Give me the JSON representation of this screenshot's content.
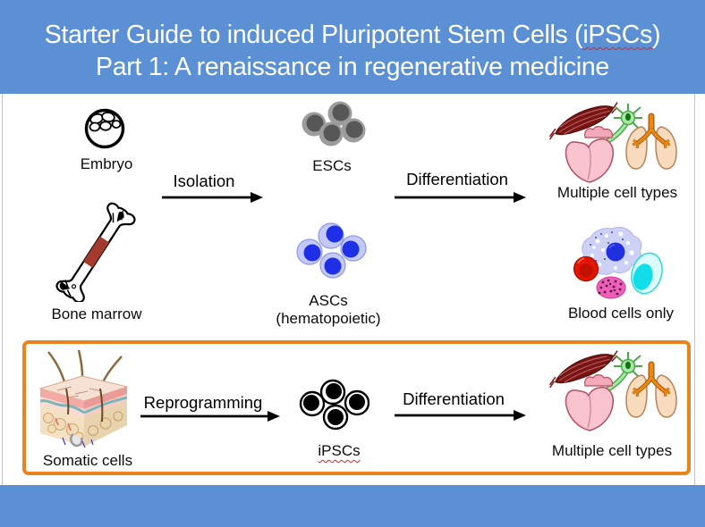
{
  "title": {
    "line1_prefix": "Starter Guide to induced Pluripotent Stem Cells (",
    "line1_spellcheck_word": "iPSCs",
    "line1_suffix": ")",
    "line2": "Part 1: A renaissance in regenerative medicine"
  },
  "row_embryonic": {
    "source_label": "Embryo",
    "process1_label": "Isolation",
    "cells_label": "ESCs",
    "process2_label": "Differentiation",
    "result_label": "Multiple cell types"
  },
  "row_adult": {
    "source_label": "Bone marrow",
    "cells_label": "ASCs",
    "cells_sublabel": "(hematopoietic)",
    "result_label": "Blood cells only"
  },
  "row_ipsc": {
    "source_label": "Somatic cells",
    "process1_label": "Reprogramming",
    "cells_label": "iPSCs",
    "process2_label": "Differentiation",
    "result_label": "Multiple cell types"
  },
  "colors": {
    "banner_blue": "#5b91d4",
    "highlight_box_orange": "#e8831e",
    "spellcheck_red": "#e02020",
    "esc_cell_gray": "#9c9c9c",
    "asc_nucleus_blue": "#1f2fe8",
    "ipsc_nucleus_black": "#000000",
    "muscle_dark_red": "#7a1515",
    "neuron_green": "#a5eba5",
    "heart_pink": "#f9c3cf",
    "lung_peach": "#f9dcbd",
    "bronchi_orange": "#ef8811",
    "marrow_red": "#a43a2d"
  },
  "icons": {
    "row_embryonic": [
      "embryo-icon",
      "right-arrow-icon",
      "escs-icon",
      "multiple-cell-types-icon"
    ],
    "row_adult": [
      "bone-marrow-icon",
      "asc-cells-icon",
      "blood-cells-icon"
    ],
    "row_ipsc": [
      "skin-tissue-icon",
      "right-arrow-icon",
      "ipsc-cells-icon",
      "multiple-cell-types-icon"
    ]
  }
}
